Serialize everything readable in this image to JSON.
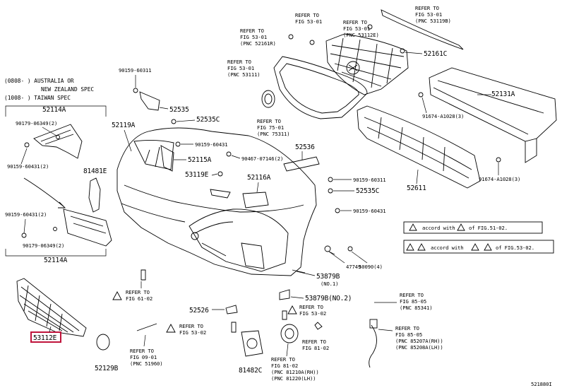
{
  "diagram_id": "521880I",
  "market_notes": {
    "line1": "(0808-   )  AUSTRALIA OR",
    "line2": "NEW ZEALAND SPEC",
    "line3": "(1008-   )  TAIWAN SPEC"
  },
  "highlighted_part": "53112E",
  "part_labels": {
    "p52114A_top": "52114A",
    "p90179_top": "90179-06349(2)",
    "p90159_top": "90159-60431(2)",
    "p81481E": "81481E",
    "p90159_left": "90159-60431(2)",
    "p90179_bot": "90179-06349(2)",
    "p52114A_bot": "52114A",
    "p90159_60311_a": "90159-60311",
    "p52535": "52535",
    "p52535C_a": "52535C",
    "p52119A": "52119A",
    "p90159_60431_c": "90159-60431",
    "p52115A": "52115A",
    "p90467": "90467-07146(2)",
    "p53119E": "53119E",
    "p52116A": "52116A",
    "p52536": "52536",
    "p90159_60311_b": "90159-60311",
    "p52535C_b": "52535C",
    "p90159_60431_d": "90159-60431",
    "p47749": "47749",
    "p50090": "50090(4)",
    "p53879B_a": "53879B",
    "p53879B_a_no": "(NO.1)",
    "p53879B_b": "53879B(NO.2)",
    "p52526": "52526",
    "p52129B": "52129B",
    "p81482C": "81482C",
    "p52161C": "52161C",
    "p52131A": "52131A",
    "p91674_a": "91674-A1028(3)",
    "p91674_b": "91674-A1028(3)",
    "p52611": "52611"
  },
  "references": {
    "fig53_01_a": {
      "l1": "REFER TO",
      "l2": "FIG 53-01",
      "l3": "(PNC 52161R)"
    },
    "fig53_01_b": {
      "l1": "REFER TO",
      "l2": "FIG 53-01",
      "l3": ""
    },
    "fig53_01_c": {
      "l1": "REFER TO",
      "l2": "FIG 53-01",
      "l3": "(PNC 53111)"
    },
    "fig53_01_d": {
      "l1": "REFER TO",
      "l2": "FIG 53-01",
      "l3": "(PNC 53112E)"
    },
    "fig53_01_e": {
      "l1": "REFER TO",
      "l2": "FIG 53-01",
      "l3": "(PNC 53119B)"
    },
    "fig75_01": {
      "l1": "REFER TO",
      "l2": "FIG 75-01",
      "l3": "(PNC 75311)"
    },
    "fig61_02": {
      "l1": "REFER TO",
      "l2": "FIG 61-02"
    },
    "fig53_02_a": {
      "l1": "REFER TO",
      "l2": "FIG 53-02"
    },
    "fig53_02_b": {
      "l1": "REFER TO",
      "l2": "FIG 53-02"
    },
    "fig09_01": {
      "l1": "REFER TO",
      "l2": "FIG 09-01",
      "l3": "(PNC 51960)"
    },
    "fig81_02_a": {
      "l1": "REFER TO",
      "l2": "FIG 81-02"
    },
    "fig81_02_b": {
      "l1": "REFER TO",
      "l2": "FIG 81-02",
      "l3": "(PNC 81210A(RH))",
      "l4": "(PNC 81220(LH))"
    },
    "fig85_05_a": {
      "l1": "REFER TO",
      "l2": "FIG 85-05",
      "l3": "(PNC 85341)"
    },
    "fig85_05_b": {
      "l1": "REFER TO",
      "l2": "FIG 85-05",
      "l3": "(PNC 85207A(RH))",
      "l4": "(PNC 85208A(LH))"
    }
  },
  "legend": {
    "row1_text": "accord with",
    "row1_ref": "of FIG.51-02.",
    "row2_text": "accord with",
    "row2_ref": "of FIG.53-02."
  }
}
